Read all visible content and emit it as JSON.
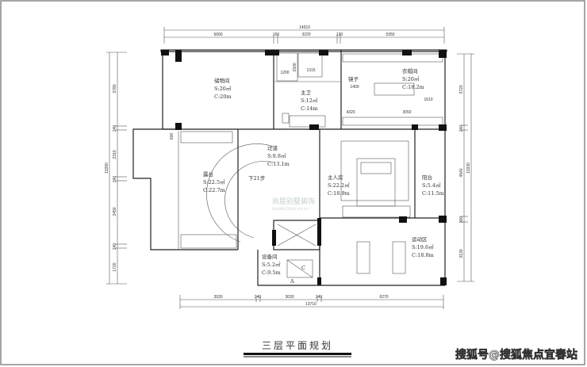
{
  "title": "三层平面规划",
  "watermark": "搜狐号@搜狐焦点宜春站",
  "logo": {
    "cn": "尚层别墅装饰",
    "en": "SHANGCENG VILLA"
  },
  "dimensions": {
    "top_total": "14510",
    "top": [
      "5660",
      "150",
      "3220",
      "120",
      "5350"
    ],
    "bottom": [
      "3930",
      "240",
      "3030",
      "240",
      "6270"
    ],
    "bottom_total": "13710",
    "left_total": "11990",
    "left": [
      "3780",
      "240",
      "2310",
      "240",
      "3450",
      "240",
      "1720"
    ],
    "right": [
      "3720",
      "240",
      "4540",
      "300",
      "3130"
    ],
    "right_total": "11930",
    "inner": [
      "1315",
      "1200",
      "1500",
      "1400",
      "1610",
      "4320",
      "3050",
      "600"
    ]
  },
  "rooms": {
    "storage": {
      "name": "储物间",
      "area": "S:20㎡",
      "perimeter": "C:20m"
    },
    "master_bath": {
      "name": "主卫",
      "area": "S:12㎡",
      "perimeter": "C:14m"
    },
    "mirror": {
      "name": "镜子"
    },
    "closet": {
      "name": "衣帽间",
      "area": "S:20㎡",
      "perimeter": "C:18.2m"
    },
    "corridor": {
      "name": "过道",
      "area": "S:9.8㎡",
      "perimeter": "C:13.1m"
    },
    "terrace": {
      "name": "露台",
      "area": "S:22.5㎡",
      "perimeter": "C:22.7m"
    },
    "stairs": {
      "name": "下21步"
    },
    "master_bedroom": {
      "name": "主人房",
      "area": "S:22.2㎡",
      "perimeter": "C:18.9m"
    },
    "balcony": {
      "name": "阳台",
      "area": "S:5.4㎡",
      "perimeter": "C:11.5m"
    },
    "gym": {
      "name": "运动区",
      "area": "S:19.6㎡",
      "perimeter": "C:18.8m"
    },
    "equipment": {
      "name": "设备间",
      "area": "S:5.2㎡",
      "perimeter": "C:9.5m",
      "mark_a": "A",
      "mark_c": "C"
    }
  }
}
